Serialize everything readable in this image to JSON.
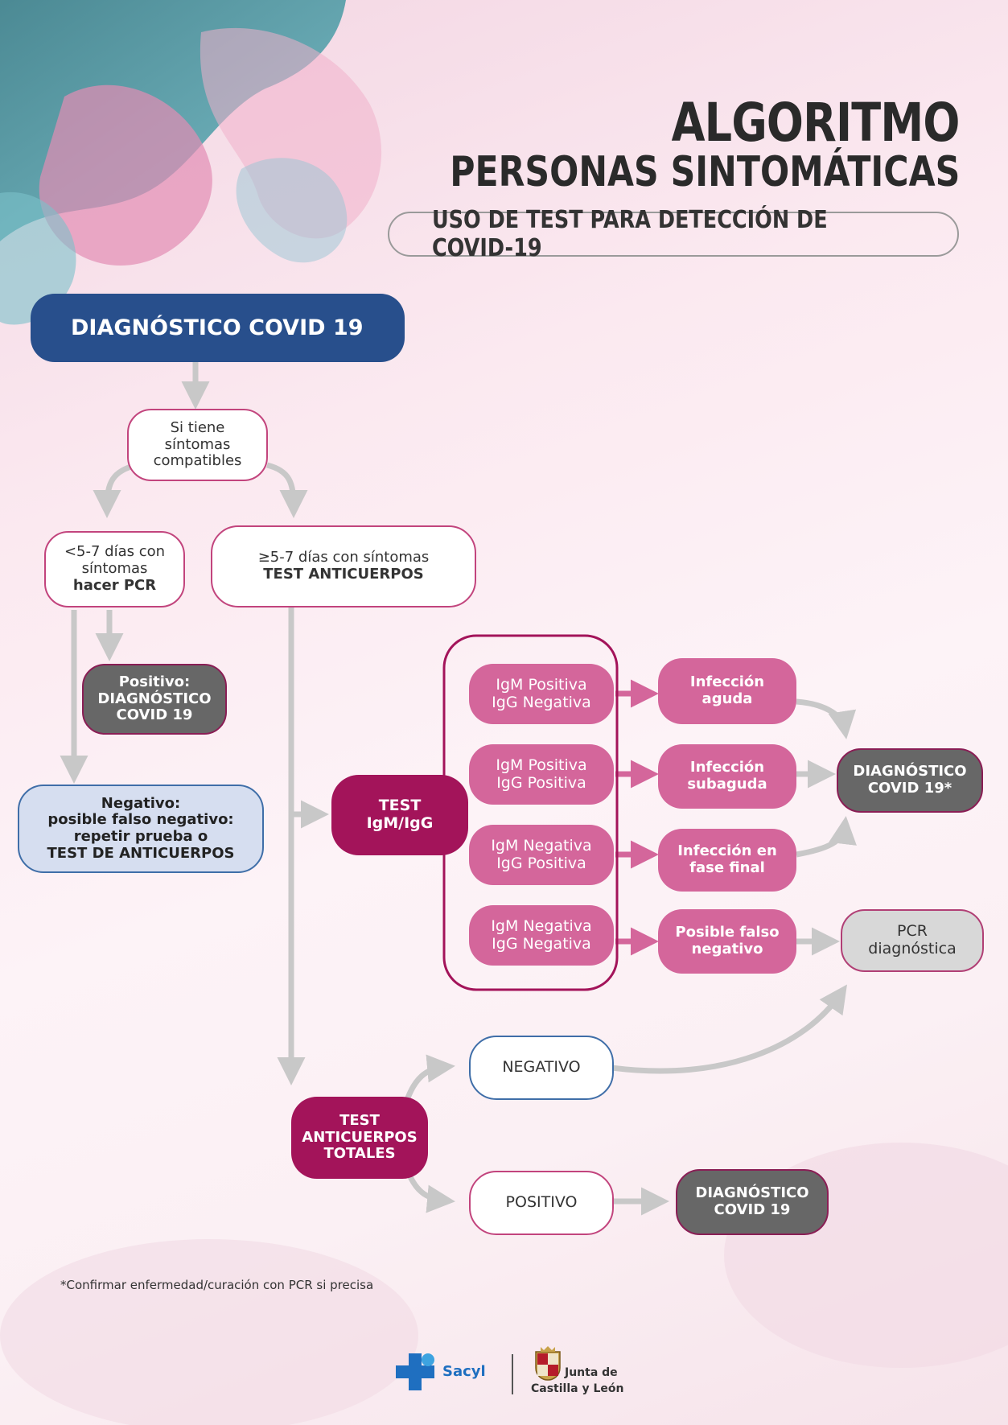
{
  "colors": {
    "magenta": "#a3145a",
    "pink": "#d4669b",
    "dark_blue": "#284f8c",
    "gray": "#676767",
    "arrow_gray": "#c8c8c8"
  },
  "title": {
    "line1": "ALGORITMO",
    "line2": "PERSONAS SINTOMÁTICAS",
    "subtitle": "USO DE TEST PARA DETECCIÓN DE COVID-19"
  },
  "nodes": {
    "diagnostico_start": "DIAGNÓSTICO COVID 19",
    "sintomas": [
      "Si tiene",
      "síntomas",
      "compatibles"
    ],
    "menos_5_7": [
      "<5-7 días con",
      "síntomas",
      "hacer PCR"
    ],
    "mas_5_7": [
      "≥5-7 días con síntomas",
      "TEST ANTICUERPOS"
    ],
    "positivo_pcr": [
      "Positivo:",
      "DIAGNÓSTICO",
      "COVID 19"
    ],
    "negativo_pcr": [
      "Negativo:",
      "posible falso negativo:",
      "repetir prueba o",
      "TEST DE ANTICUERPOS"
    ],
    "test_igm_igg": [
      "TEST",
      "IgM/IgG"
    ],
    "results": [
      {
        "line1": "IgM Positiva",
        "line2": "IgG Negativa",
        "outcome": [
          "Infección",
          "aguda"
        ]
      },
      {
        "line1": "IgM Positiva",
        "line2": "IgG Positiva",
        "outcome": [
          "Infección",
          "subaguda"
        ]
      },
      {
        "line1": "IgM Negativa",
        "line2": "IgG Positiva",
        "outcome": [
          "Infección en",
          "fase final"
        ]
      },
      {
        "line1": "IgM Negativa",
        "line2": "IgG Negativa",
        "outcome": [
          "Posible falso",
          "negativo"
        ]
      }
    ],
    "diagnostico_asterisk": [
      "DIAGNÓSTICO",
      "COVID 19*"
    ],
    "pcr_diagnostica": [
      "PCR",
      "diagnóstica"
    ],
    "test_totales": [
      "TEST",
      "ANTICUERPOS",
      "TOTALES"
    ],
    "negativo": "NEGATIVO",
    "positivo": "POSITIVO",
    "diagnostico_final": [
      "DIAGNÓSTICO",
      "COVID 19"
    ]
  },
  "footnote": "*Confirmar enfermedad/curación con PCR si precisa",
  "logos": {
    "sacyl": "Sacyl",
    "junta_line1": "Junta de",
    "junta_line2": "Castilla y León"
  }
}
